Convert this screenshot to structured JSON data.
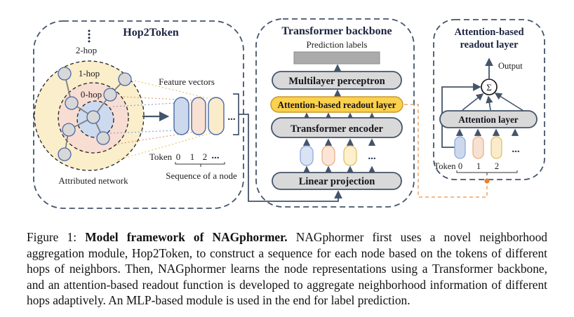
{
  "colors": {
    "panel_border": "#44546a",
    "arrow": "#44546a",
    "highlight_yellow": "#fbd14d",
    "highlight_yellow_border": "#c9992c",
    "pill_gray": "#d9d9d9",
    "prediction_bar": "#ababab",
    "ring_yellow": "#faeecb",
    "ring_pink": "#f8ddd2",
    "ring_blue": "#ccd9ee",
    "token_blue": "#ccd9ed",
    "token_pink": "#f8e0d2",
    "token_yellow": "#faeccb",
    "node_fill": "#d8d8d8",
    "node_border": "#4a69a5",
    "edge_gray": "#7f7f7f",
    "orange_connector": "#f2a464",
    "orange_dot": "#ed7d31"
  },
  "figure": {
    "hop2token": {
      "title": "Hop2Token",
      "hop2": "2-hop",
      "hop1": "1-hop",
      "hop0": "0-hop",
      "attributed_network": "Attributed network",
      "feature_vectors": "Feature vectors",
      "token_label": "Token",
      "token_0": "0",
      "token_1": "1",
      "token_2": "2",
      "ellipsis": "...",
      "sequence_label": "Sequence of a node"
    },
    "backbone": {
      "title": "Transformer backbone",
      "prediction_labels": "Prediction labels",
      "mlp": "Multilayer perceptron",
      "readout": "Attention-based readout layer",
      "encoder": "Transformer encoder",
      "linear": "Linear projection",
      "ellipsis": "..."
    },
    "readout_panel": {
      "title_line1": "Attention-based",
      "title_line2": "readout layer",
      "output": "Output",
      "sum": "Σ",
      "attention_layer": "Attention layer",
      "token_label": "Token",
      "token_0": "0",
      "token_1": "1",
      "token_2": "2",
      "ellipsis": "..."
    }
  },
  "caption": {
    "label": "Figure 1:",
    "bold": "Model framework of NAGphormer.",
    "text": "NAGphormer first uses a novel neighborhood aggregation module, Hop2Token, to construct a sequence for each node based on the tokens of different hops of neighbors. Then, NAGphormer learns the node representations using a Transformer backbone, and an attention-based readout function is developed to aggregate neighborhood information of different hops adaptively. An MLP-based module is used in the end for label prediction."
  }
}
